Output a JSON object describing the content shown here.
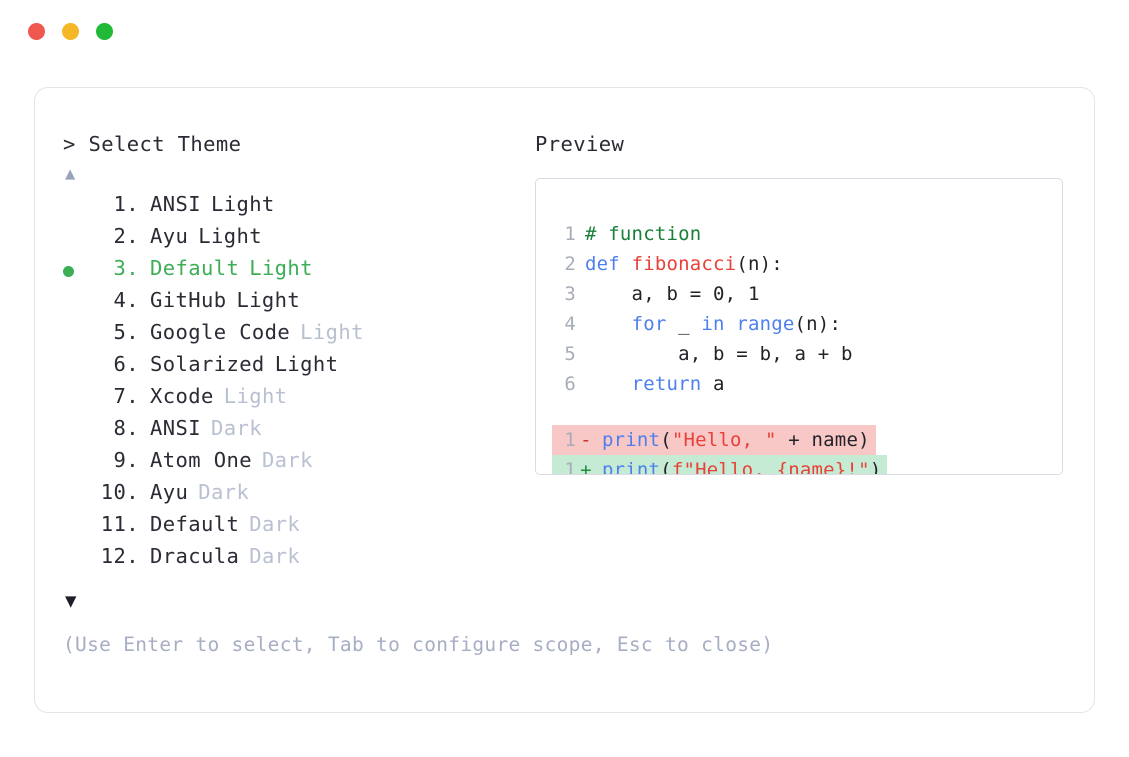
{
  "window": {
    "traffic_lights": [
      {
        "name": "close",
        "color": "#F0584F"
      },
      {
        "name": "minimize",
        "color": "#F5B726"
      },
      {
        "name": "maximize",
        "color": "#20B938"
      }
    ]
  },
  "selector": {
    "prompt": "> Select Theme",
    "scroll_up_indicator": "▲",
    "scroll_down_indicator": "▼",
    "selected_index": 3,
    "selected_color": "#3BAE56",
    "variant_color": "#B9C0D1",
    "items": [
      {
        "index": "1.",
        "name": "ANSI",
        "variant": "Light",
        "variant_dim": false,
        "selected": false
      },
      {
        "index": "2.",
        "name": "Ayu",
        "variant": "Light",
        "variant_dim": false,
        "selected": false
      },
      {
        "index": "3.",
        "name": "Default",
        "variant": "Light",
        "variant_dim": false,
        "selected": true
      },
      {
        "index": "4.",
        "name": "GitHub",
        "variant": "Light",
        "variant_dim": false,
        "selected": false
      },
      {
        "index": "5.",
        "name": "Google Code",
        "variant": "Light",
        "variant_dim": true,
        "selected": false
      },
      {
        "index": "6.",
        "name": "Solarized",
        "variant": "Light",
        "variant_dim": false,
        "selected": false
      },
      {
        "index": "7.",
        "name": "Xcode",
        "variant": "Light",
        "variant_dim": true,
        "selected": false
      },
      {
        "index": "8.",
        "name": "ANSI",
        "variant": "Dark",
        "variant_dim": true,
        "selected": false
      },
      {
        "index": "9.",
        "name": "Atom One",
        "variant": "Dark",
        "variant_dim": true,
        "selected": false
      },
      {
        "index": "10.",
        "name": "Ayu",
        "variant": "Dark",
        "variant_dim": true,
        "selected": false
      },
      {
        "index": "11.",
        "name": "Default",
        "variant": "Dark",
        "variant_dim": true,
        "selected": false
      },
      {
        "index": "12.",
        "name": "Dracula",
        "variant": "Dark",
        "variant_dim": true,
        "selected": false
      }
    ],
    "hint": "(Use Enter to select, Tab to configure scope, Esc to close)"
  },
  "preview": {
    "title": "Preview",
    "code_lines": [
      {
        "num": "1",
        "tokens": [
          {
            "t": "# function",
            "c": "comment"
          }
        ]
      },
      {
        "num": "2",
        "tokens": [
          {
            "t": "def ",
            "c": "keyword"
          },
          {
            "t": "fibonacci",
            "c": "func"
          },
          {
            "t": "(n):",
            "c": "plain"
          }
        ]
      },
      {
        "num": "3",
        "tokens": [
          {
            "t": "    a, b = 0, 1",
            "c": "plain"
          }
        ]
      },
      {
        "num": "4",
        "tokens": [
          {
            "t": "    ",
            "c": "plain"
          },
          {
            "t": "for",
            "c": "keyword"
          },
          {
            "t": " _ ",
            "c": "plain"
          },
          {
            "t": "in",
            "c": "keyword"
          },
          {
            "t": " ",
            "c": "plain"
          },
          {
            "t": "range",
            "c": "builtin"
          },
          {
            "t": "(n):",
            "c": "plain"
          }
        ]
      },
      {
        "num": "5",
        "tokens": [
          {
            "t": "        a, b = b, a + b",
            "c": "plain"
          }
        ]
      },
      {
        "num": "6",
        "tokens": [
          {
            "t": "    ",
            "c": "plain"
          },
          {
            "t": "return",
            "c": "keyword"
          },
          {
            "t": " a",
            "c": "plain"
          }
        ]
      }
    ],
    "diff_lines": [
      {
        "num": "1",
        "sign": "-",
        "kind": "removed",
        "bg": "#F8C8C6",
        "tokens": [
          {
            "t": "print",
            "c": "builtin"
          },
          {
            "t": "(",
            "c": "plain"
          },
          {
            "t": "\"Hello, \"",
            "c": "string"
          },
          {
            "t": " + name)",
            "c": "plain"
          }
        ]
      },
      {
        "num": "1",
        "sign": "+",
        "kind": "added",
        "bg": "#C6EBD4",
        "tokens": [
          {
            "t": "print",
            "c": "builtin"
          },
          {
            "t": "(",
            "c": "plain"
          },
          {
            "t": "f\"Hello, {name}!\"",
            "c": "string"
          },
          {
            "t": ")",
            "c": "plain"
          }
        ]
      }
    ]
  }
}
